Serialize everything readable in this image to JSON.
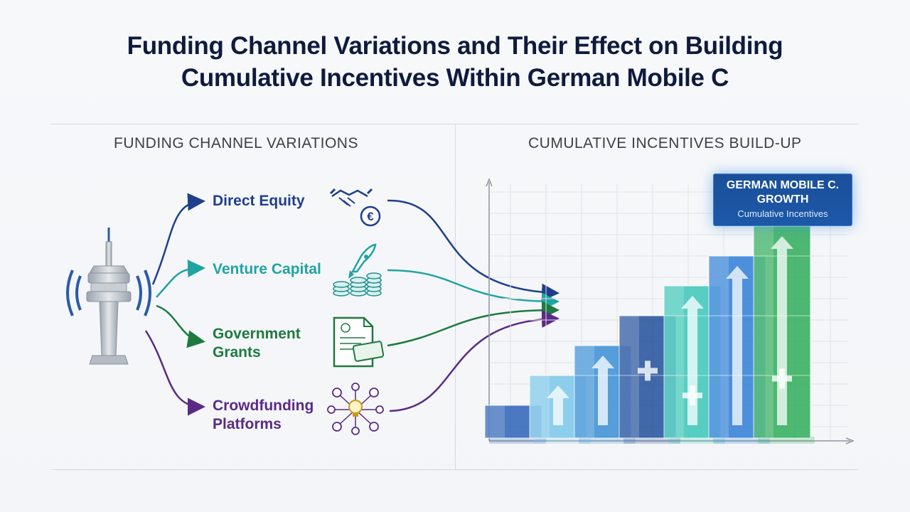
{
  "title": {
    "line1": "Funding Channel Variations and Their Effect on Building",
    "line2": "Cumulative Incentives Within German Mobile C"
  },
  "left_panel": {
    "header": "FUNDING CHANNEL VARIATIONS",
    "channels": [
      {
        "id": "direct-equity",
        "line1": "Direct Equity",
        "line2": "",
        "color": "#1f3f8a",
        "icon": "handshake-euro-icon"
      },
      {
        "id": "venture-capital",
        "line1": "Venture Capital",
        "line2": "",
        "color": "#1fa3a3",
        "icon": "rocket-coins-icon"
      },
      {
        "id": "government-grants",
        "line1": "Government",
        "line2": "Grants",
        "color": "#1e7a3e",
        "icon": "certificate-document-icon"
      },
      {
        "id": "crowdfunding-platforms",
        "line1": "Crowdfunding",
        "line2": "Platforms",
        "color": "#5b2a86",
        "icon": "network-lightbulb-icon"
      }
    ]
  },
  "right_panel": {
    "header": "CUMULATIVE INCENTIVES BUILD-UP",
    "legend": {
      "line1": "GERMAN MOBILE C.",
      "line2": "GROWTH",
      "line3": "Cumulative Incentives"
    }
  },
  "colors": {
    "title": "#0f1b3d",
    "navy": "#1f3f8a",
    "teal": "#1fa3a3",
    "green": "#1e7a3e",
    "purple": "#5b2a86",
    "legend_bg": "#1d58a8"
  },
  "bars": [
    {
      "level": 1,
      "color": "#2d63b8",
      "arrow": false,
      "plus": false
    },
    {
      "level": 2,
      "color": "#7cc8ea",
      "arrow": true,
      "plus": false
    },
    {
      "level": 3,
      "color": "#3a8fd6",
      "arrow": true,
      "plus": false
    },
    {
      "level": 4,
      "color": "#22509c",
      "arrow": false,
      "plus": true
    },
    {
      "level": 5,
      "color": "#3cc8b8",
      "arrow": true,
      "plus": true
    },
    {
      "level": 6,
      "color": "#2f7fd8",
      "arrow": true,
      "plus": false
    },
    {
      "level": 7,
      "color": "#2fae5a",
      "arrow": true,
      "plus": true
    }
  ]
}
